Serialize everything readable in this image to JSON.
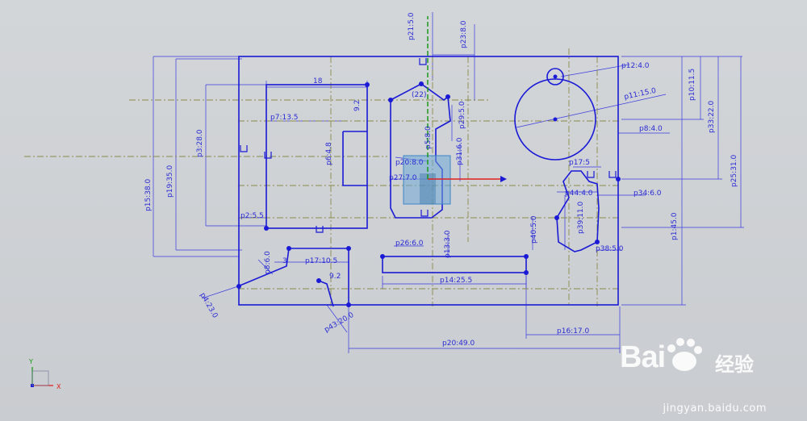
{
  "dims": {
    "p21": "p21:5.0",
    "p23": "p23:8.0",
    "p12": "p12:4.0",
    "p11": "p11:15.0",
    "p10": "p10:11.5",
    "p33": "p33:22.0",
    "p25": "p25:31.0",
    "p8": "p8:4.0",
    "p18": "18",
    "p7": "p7:13.5",
    "p3": "p3:28.0",
    "p15": "p15:38.0",
    "p19": "p19:35.0",
    "p2": "p2:5.5",
    "p26": "p26:6.0",
    "p13": "p13:3.0",
    "p14": "p14:25.5",
    "p17": "p17:10.5",
    "p8b": "p8:6.0",
    "p16": "p16:17.0",
    "p20": "p20:49.0",
    "p1": "p1:45.0",
    "p34": "p34:6.0",
    "p38": "p38:5.0",
    "p40": "p40:5.0",
    "p39": "p39:11.0",
    "p17b": "p17:5",
    "p20b": "p20:8.0",
    "p27": "p27:7.0",
    "p43": "p43:20.0",
    "p4": "p4:23.0",
    "p6": "p6:4.8",
    "p31": "p31:6.0",
    "p29": "p29:5.0",
    "p5": "p5:8.0",
    "p9": "9.2",
    "p3b": "3",
    "p42": "9.2",
    "p44": "p44:4.0",
    "p22": "(22)"
  },
  "triad": {
    "x": "X",
    "y": "Y"
  },
  "watermark": {
    "brand": "Bai",
    "brand_cn": "经验",
    "site": "jingyan.baidu.com"
  },
  "colors": {
    "sketch": "#1a1ad6",
    "datum": "#8a8a50",
    "bg": "#cfd2d5"
  }
}
